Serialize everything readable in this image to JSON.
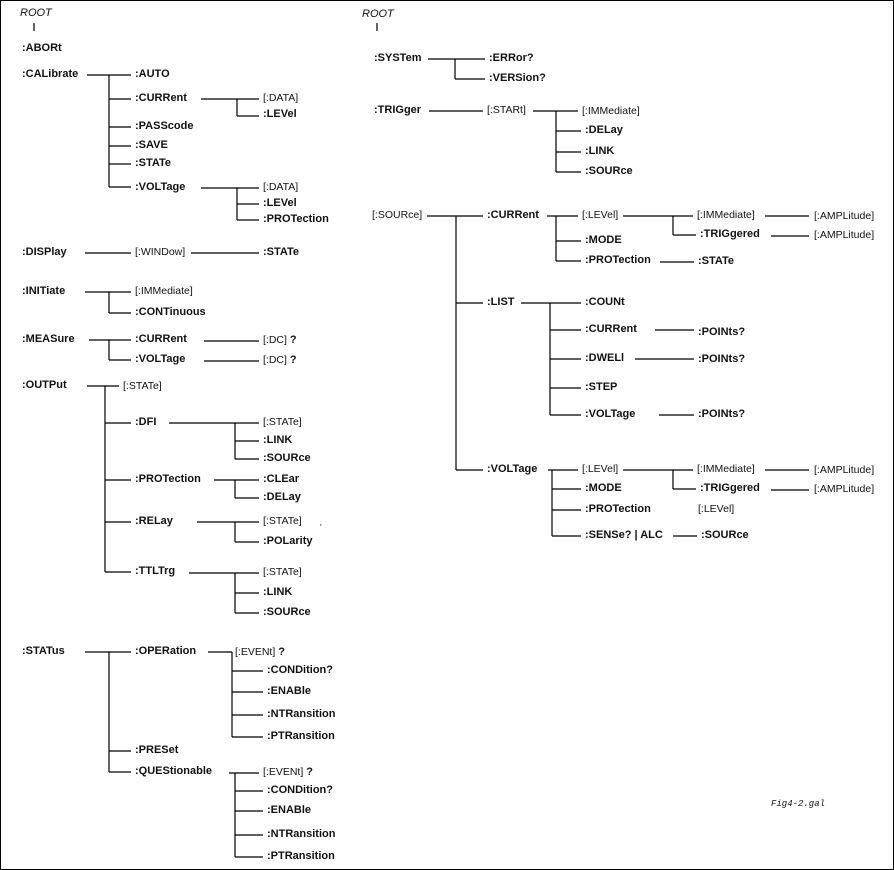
{
  "left_root": "ROOT",
  "right_root": "ROOT",
  "figure_id": "Fig4-2.gal",
  "nodes": {
    "abort": ":ABORt",
    "calibrate": ":CALibrate",
    "cal_auto": ":AUTO",
    "cal_current": ":CURRent",
    "cal_current_data": "[:DATA]",
    "cal_current_level": ":LEVel",
    "cal_passcode": ":PASScode",
    "cal_save": ":SAVE",
    "cal_state": ":STATe",
    "cal_voltage": ":VOLTage",
    "cal_voltage_data": "[:DATA]",
    "cal_voltage_level": ":LEVel",
    "cal_voltage_protection": ":PROTection",
    "display": ":DISPlay",
    "display_window": "[:WINDow]",
    "display_state": ":STATe",
    "initiate": ":INITiate",
    "init_immediate": "[:IMMediate]",
    "init_continuous": ":CONTinuous",
    "measure": ":MEASure",
    "meas_current": ":CURRent",
    "meas_current_dc": "[:DC]",
    "meas_current_q": "?",
    "meas_voltage": ":VOLTage",
    "meas_voltage_dc": "[:DC]",
    "meas_voltage_q": "?",
    "output": ":OUTPut",
    "out_state": "[:STATe]",
    "out_dfi": ":DFI",
    "out_dfi_state": "[:STATe]",
    "out_dfi_link": ":LINK",
    "out_dfi_source": ":SOURce",
    "out_protection": ":PROTection",
    "out_prot_clear": ":CLEar",
    "out_prot_delay": ":DELay",
    "out_relay": ":RELay",
    "out_relay_state": "[:STATe]",
    "out_relay_polarity": ":POLarity",
    "out_ttltrg": ":TTLTrg",
    "out_ttl_state": "[:STATe]",
    "out_ttl_link": ":LINK",
    "out_ttl_source": ":SOURce",
    "status": ":STATus",
    "stat_operation": ":OPERation",
    "stat_op_event": "[:EVENt]",
    "stat_op_event_q": "?",
    "stat_op_condition": ":CONDition?",
    "stat_op_enable": ":ENABle",
    "stat_op_ntransition": ":NTRansition",
    "stat_op_ptransition": ":PTRansition",
    "stat_preset": ":PRESet",
    "stat_questionable": ":QUEStionable",
    "stat_q_event": "[:EVENt]",
    "stat_q_event_q": "?",
    "stat_q_condition": ":CONDition?",
    "stat_q_enable": ":ENABle",
    "stat_q_ntransition": ":NTRansition",
    "stat_q_ptransition": ":PTRansition",
    "system": ":SYSTem",
    "sys_error": ":ERRor?",
    "sys_version": ":VERSion?",
    "trigger": ":TRIGger",
    "trig_start": "[:STARt]",
    "trig_immediate": "[:IMMediate]",
    "trig_delay": ":DELay",
    "trig_link": ":LINK",
    "trig_source": ":SOURce",
    "source": "[:SOURce]",
    "src_current": ":CURRent",
    "src_cur_level": "[:LEVel]",
    "src_cur_level_imm": "[:IMMediate]",
    "src_cur_level_imm_ampl": "[:AMPLitude]",
    "src_cur_level_trig": ":TRIGgered",
    "src_cur_level_trig_ampl": "[:AMPLitude]",
    "src_cur_mode": ":MODE",
    "src_cur_protection": ":PROTection",
    "src_cur_prot_state": ":STATe",
    "src_list": ":LIST",
    "src_list_count": ":COUNt",
    "src_list_current": ":CURRent",
    "src_list_current_points": ":POINts?",
    "src_list_dwell": ":DWELl",
    "src_list_dwell_points": ":POINts?",
    "src_list_step": ":STEP",
    "src_list_voltage": ":VOLTage",
    "src_list_voltage_points": ":POINts?",
    "src_voltage": ":VOLTage",
    "src_volt_level": "[:LEVel]",
    "src_volt_level_imm": "[:IMMediate]",
    "src_volt_level_imm_ampl": "[:AMPLitude]",
    "src_volt_level_trig": ":TRIGgered",
    "src_volt_level_trig_ampl": "[:AMPLitude]",
    "src_volt_mode": ":MODE",
    "src_volt_protection": ":PROTection",
    "src_volt_prot_level": "[:LEVel]",
    "src_volt_sense_alc": ":SENSe? | ALC",
    "src_volt_sense_source": ":SOURce"
  }
}
